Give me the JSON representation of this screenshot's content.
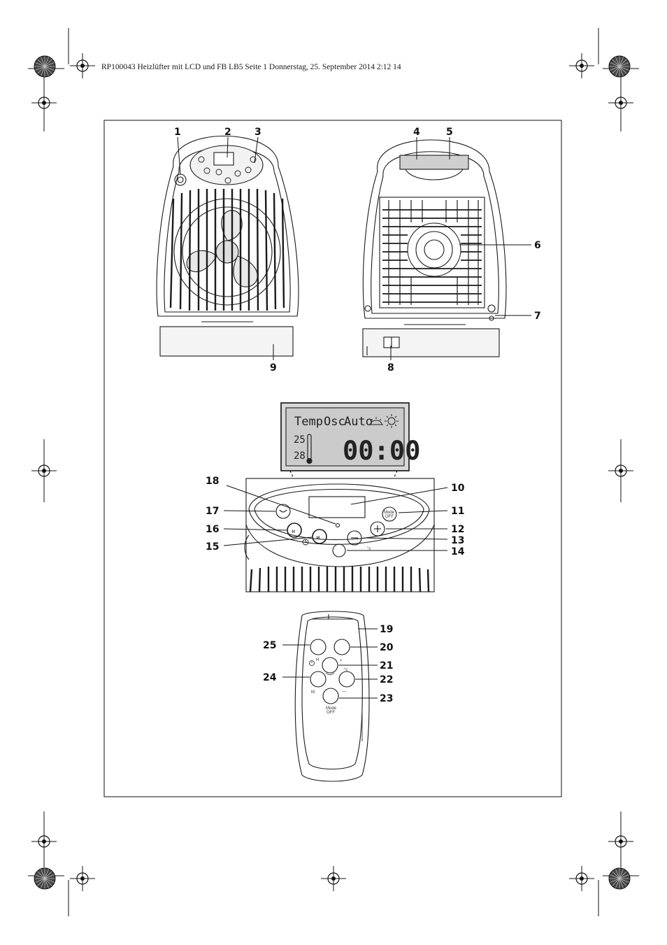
{
  "header": {
    "text": "RP100043 Heizlüfter mit LCD und FB LB5  Seite 1  Donnerstag, 25. September 2014  2:12 14"
  },
  "lcd": {
    "mode_temp": "Temp",
    "mode_osc": "Osc",
    "mode_auto": "Auto",
    "temp_set": "25",
    "temp_room": "28",
    "time": "00:00"
  },
  "panel_marks": {
    "h": "H",
    "m": "M",
    "mode": "Mode",
    "off": "OFF",
    "celsius": "°c"
  },
  "remote_marks": {
    "h": "H",
    "m": "M",
    "plus": "+",
    "minus": "—",
    "celsius": "°c",
    "mode": "Mode",
    "off": "OFF"
  },
  "callouts": {
    "c1": "1",
    "c2": "2",
    "c3": "3",
    "c4": "4",
    "c5": "5",
    "c6": "6",
    "c7": "7",
    "c8": "8",
    "c9": "9",
    "c10": "10",
    "c11": "11",
    "c12": "12",
    "c13": "13",
    "c14": "14",
    "c15": "15",
    "c16": "16",
    "c17": "17",
    "c18": "18",
    "c19": "19",
    "c20": "20",
    "c21": "21",
    "c22": "22",
    "c23": "23",
    "c24": "24",
    "c25": "25"
  },
  "colors": {
    "ink": "#1a1a1a",
    "lcd_bg": "#cfcfcf",
    "base": "#f4f4f4"
  }
}
